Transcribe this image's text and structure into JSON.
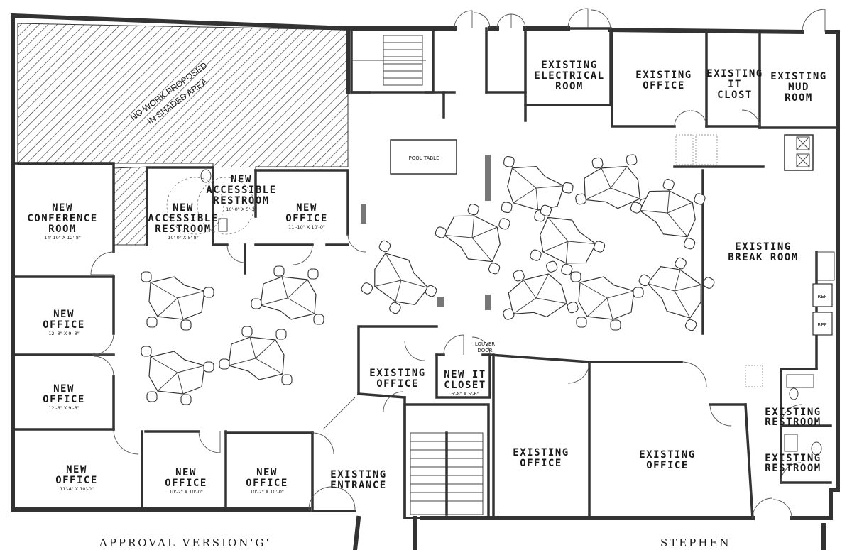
{
  "title": "APPROVAL VERSION'G'",
  "footer_right": "STEPHEN",
  "shaded_note": [
    "NO WORK PROPOSED",
    "IN SHADED AREA"
  ],
  "colors": {
    "ink": "#1a1a1a",
    "wall": "#333333",
    "paper": "#ffffff"
  },
  "rooms": {
    "new_conference": {
      "lines": [
        "NEW",
        "CONFERENCE",
        "ROOM"
      ],
      "dim": "14'-10\" X 12'-8\""
    },
    "new_office_1": {
      "lines": [
        "NEW",
        "OFFICE"
      ],
      "dim": "12'-8\" X 9'-8\""
    },
    "new_office_2": {
      "lines": [
        "NEW",
        "OFFICE"
      ],
      "dim": "12'-8\" X 9'-8\""
    },
    "new_office_3": {
      "lines": [
        "NEW",
        "OFFICE"
      ],
      "dim": "11'-4\" X 10'-0\""
    },
    "new_office_4": {
      "lines": [
        "NEW",
        "OFFICE"
      ],
      "dim": "10'-2\" X 10'-0\""
    },
    "new_office_5": {
      "lines": [
        "NEW",
        "OFFICE"
      ],
      "dim": "10'-2\" X 10'-0\""
    },
    "new_office_6": {
      "lines": [
        "NEW",
        "OFFICE"
      ],
      "dim": "11'-10\" X 10'-0\""
    },
    "new_restroom_a": {
      "lines": [
        "NEW",
        "ACCESSIBLE",
        "RESTROOM"
      ],
      "dim": "10'-0\" X 5'-3\""
    },
    "new_restroom_b": {
      "lines": [
        "NEW",
        "ACCESSIBLE",
        "RESTROOM"
      ],
      "dim": "10'-0\" X 5'-8\""
    },
    "new_it_closet": {
      "lines": [
        "NEW IT",
        "CLOSET"
      ],
      "dim": "6'-8\" X 5'-6\""
    },
    "existing_office_small": {
      "lines": [
        "EXISTING",
        "OFFICE"
      ]
    },
    "existing_entrance": {
      "lines": [
        "EXISTING",
        "ENTRANCE"
      ]
    },
    "existing_office_a": {
      "lines": [
        "EXISTING",
        "OFFICE"
      ]
    },
    "existing_office_b": {
      "lines": [
        "EXISTING",
        "OFFICE"
      ]
    },
    "existing_electrical": {
      "lines": [
        "EXISTING",
        "ELECTRICAL",
        "ROOM"
      ]
    },
    "existing_office_top": {
      "lines": [
        "EXISTING",
        "OFFICE"
      ]
    },
    "existing_it_closet": {
      "lines": [
        "EXISTING",
        "IT",
        "CLOST"
      ]
    },
    "existing_mud_room": {
      "lines": [
        "EXISTING",
        "MUD",
        "ROOM"
      ]
    },
    "existing_break_room": {
      "lines": [
        "EXISTING",
        "BREAK ROOM"
      ]
    },
    "existing_restroom_1": {
      "lines": [
        "EXISTING",
        "RESTROOM"
      ]
    },
    "existing_restroom_2": {
      "lines": [
        "EXISTING",
        "RESTROOM"
      ]
    }
  },
  "pool_table": "POOL TABLE",
  "louver_door": [
    "LOUVER",
    "DOOR"
  ],
  "ref": "REF"
}
